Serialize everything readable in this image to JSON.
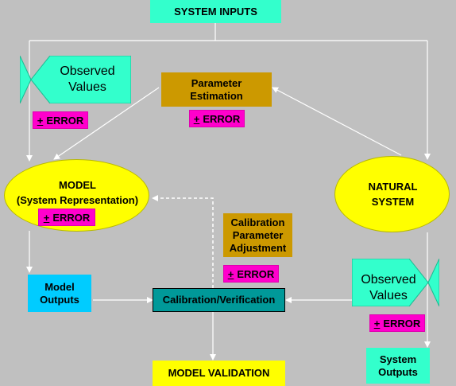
{
  "system_inputs": "SYSTEM INPUTS",
  "observed_values_top": {
    "line1": "Observed",
    "line2": "Values"
  },
  "observed_values_right": {
    "line1": "Observed",
    "line2": "Values"
  },
  "parameter_estimation": {
    "line1": "Parameter",
    "line2": "Estimation"
  },
  "model": {
    "line1": "MODEL",
    "line2": "(System Representation)"
  },
  "natural_system": {
    "line1": "NATURAL",
    "line2": "SYSTEM"
  },
  "calibration_parameter_adjustment": {
    "line1": "Calibration",
    "line2": "Parameter",
    "line3": "Adjustment"
  },
  "model_outputs": {
    "line1": "Model",
    "line2": "Outputs"
  },
  "calibration_verification": "Calibration/Verification",
  "model_validation": "MODEL VALIDATION",
  "system_outputs": {
    "line1": "System",
    "line2": "Outputs"
  },
  "error_label": "ERROR",
  "plus_minus": "+",
  "colors": {
    "background": "#c0c0c0",
    "teal": "#33ffcc",
    "mustard": "#cc9900",
    "blue": "#00ccff",
    "dark_teal": "#009999",
    "yellow": "#ffff00",
    "magenta": "#ff00cc",
    "line": "#ffffff"
  }
}
